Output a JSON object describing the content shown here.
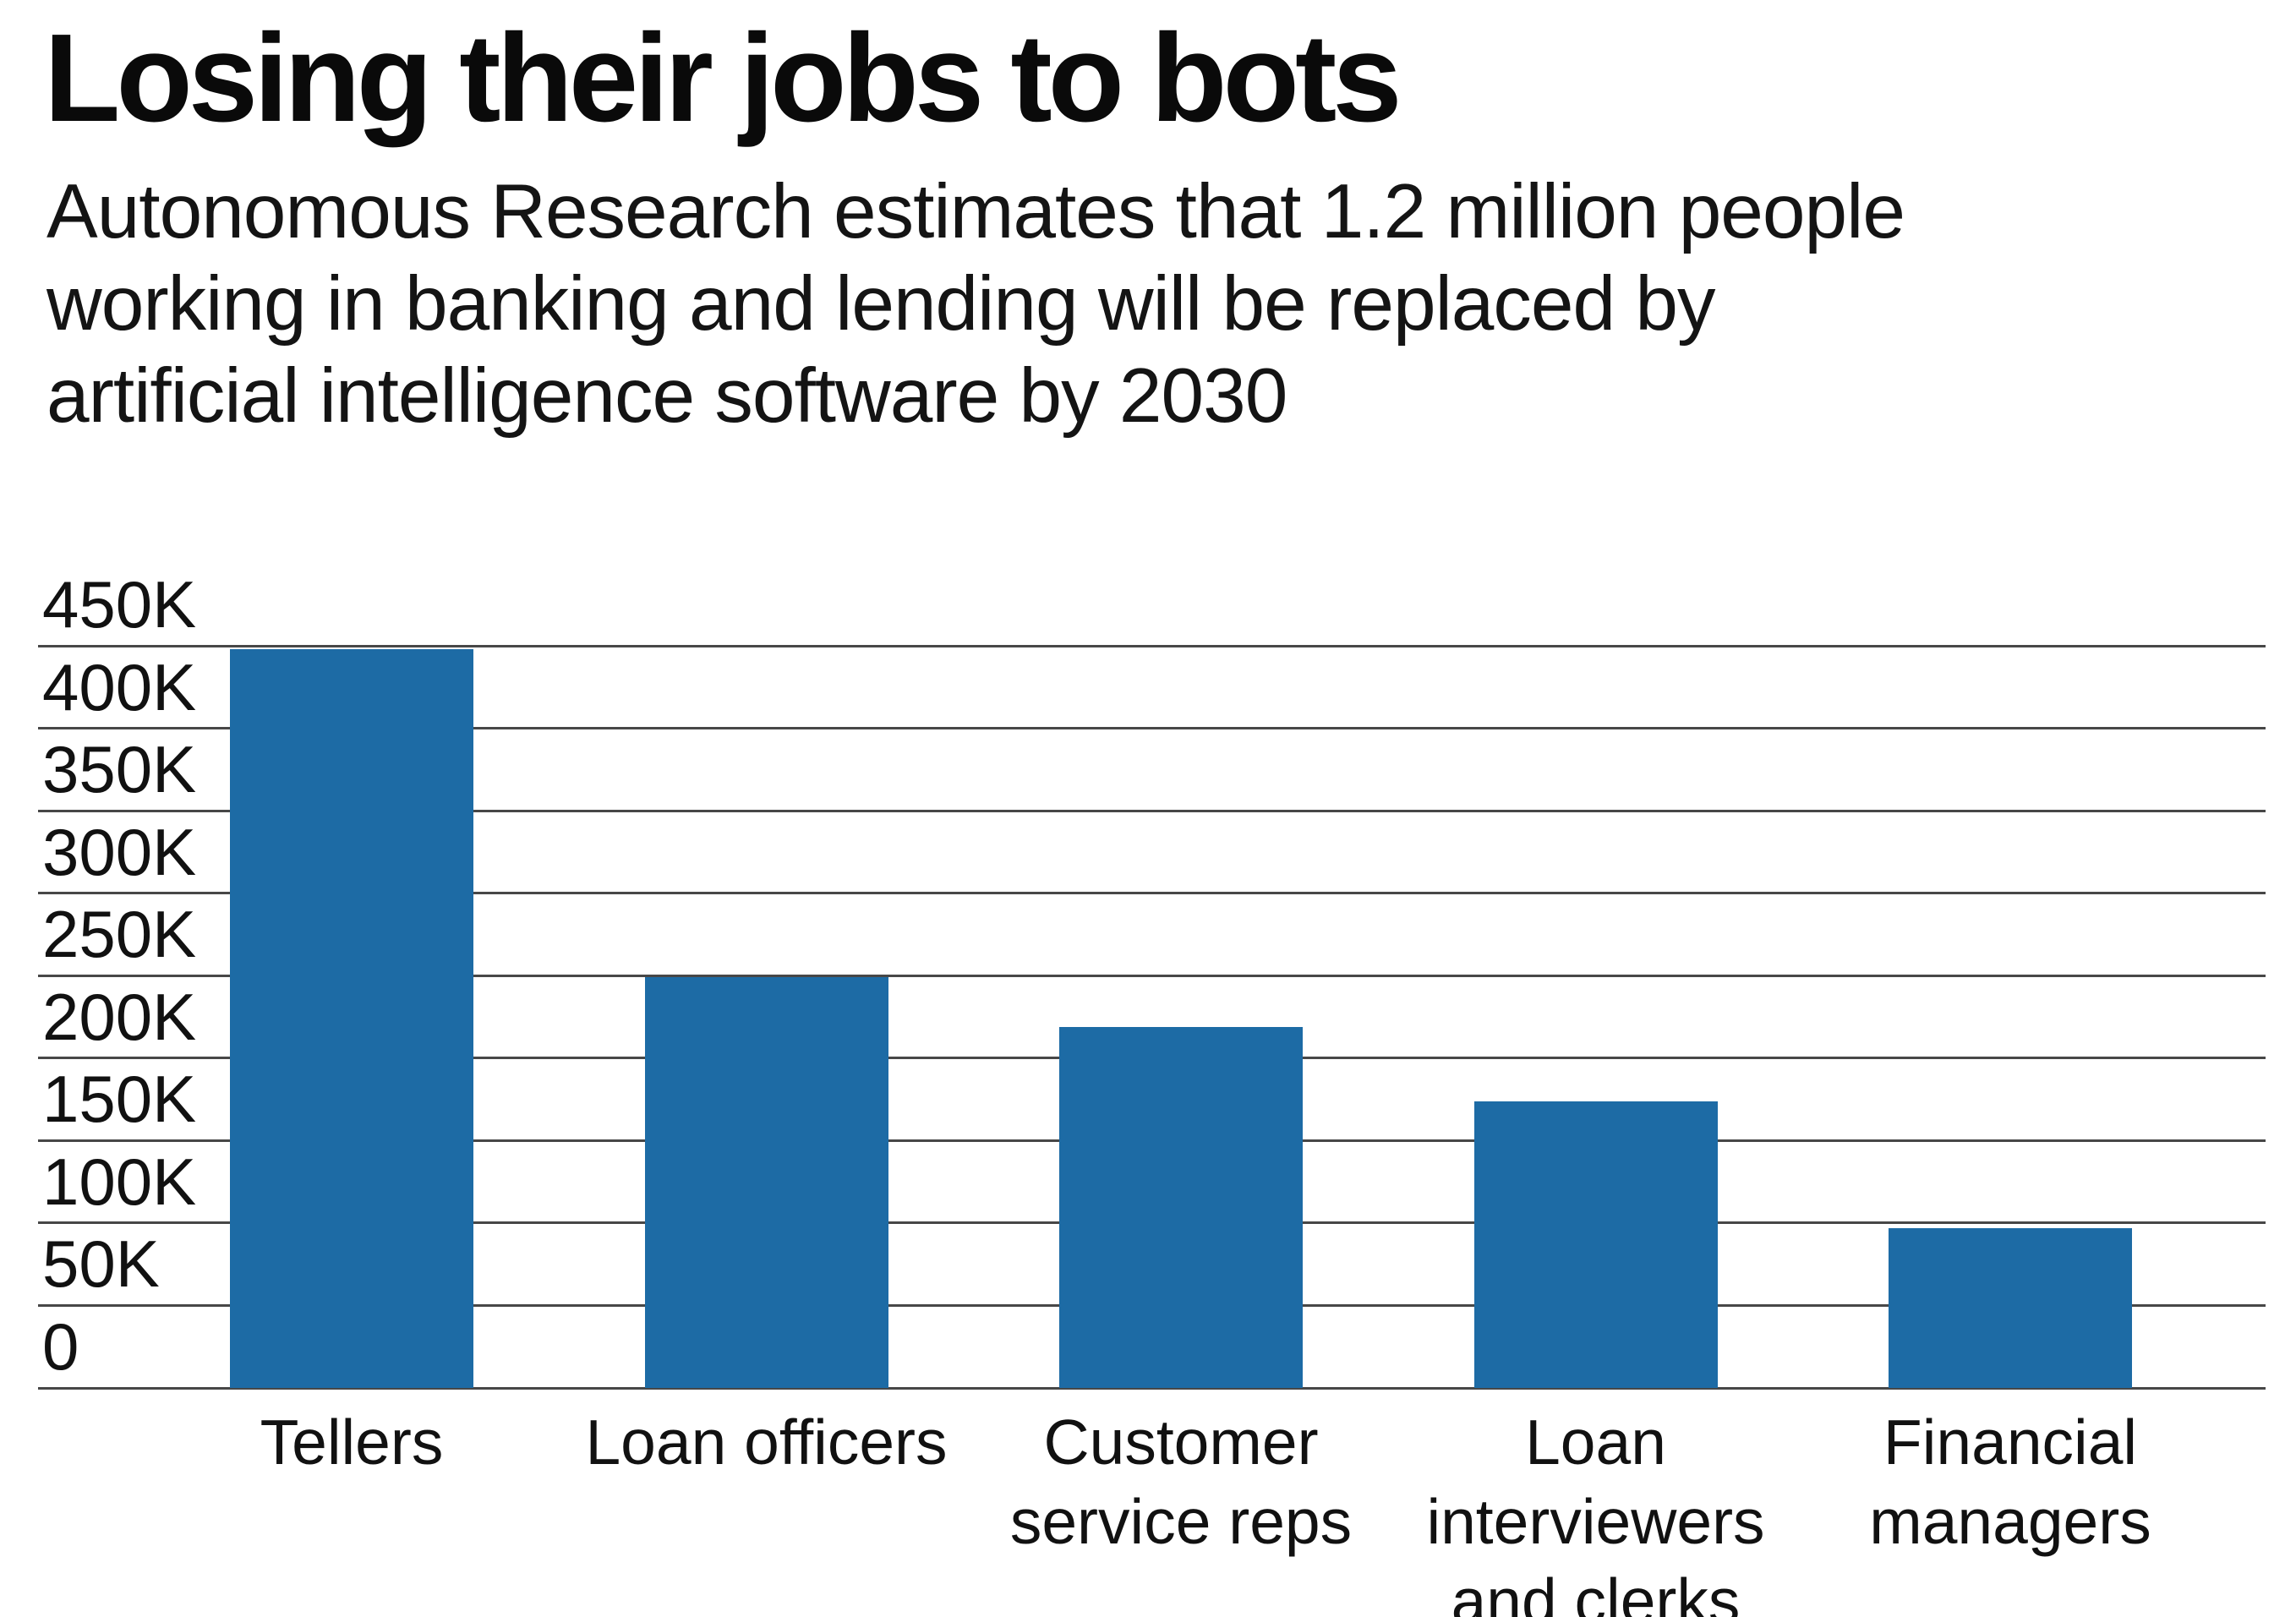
{
  "header": {
    "title": "Losing their jobs to bots",
    "subtitle": "Autonomous Research estimates that 1.2 million people\nworking in banking and lending will be replaced by\nartificial intelligence software by 2030"
  },
  "chart_data": {
    "type": "bar",
    "title": "Losing their jobs to bots",
    "subtitle": "Autonomous Research estimates that 1.2 million people working in banking and lending will be replaced by artificial intelligence software by 2030",
    "categories": [
      "Tellers",
      "Loan officers",
      "Customer service reps",
      "Loan interviewers and clerks",
      "Financial managers"
    ],
    "category_label_lines": [
      [
        "Tellers"
      ],
      [
        "Loan officers"
      ],
      [
        "Customer",
        "service reps"
      ],
      [
        "Loan",
        "interviewers",
        "and clerks"
      ],
      [
        "Financial",
        "managers"
      ]
    ],
    "values": [
      448000,
      249000,
      219000,
      174000,
      97000
    ],
    "xlabel": "",
    "ylabel": "",
    "ylim": [
      0,
      450000
    ],
    "ytick_step": 50000,
    "ytick_labels": [
      "0",
      "50K",
      "100K",
      "150K",
      "200K",
      "250K",
      "300K",
      "350K",
      "400K",
      "450K"
    ],
    "grid": true,
    "legend": "none",
    "bar_color": "#1d6ba5",
    "gridline_color": "#474747",
    "text_color": "#111111"
  }
}
